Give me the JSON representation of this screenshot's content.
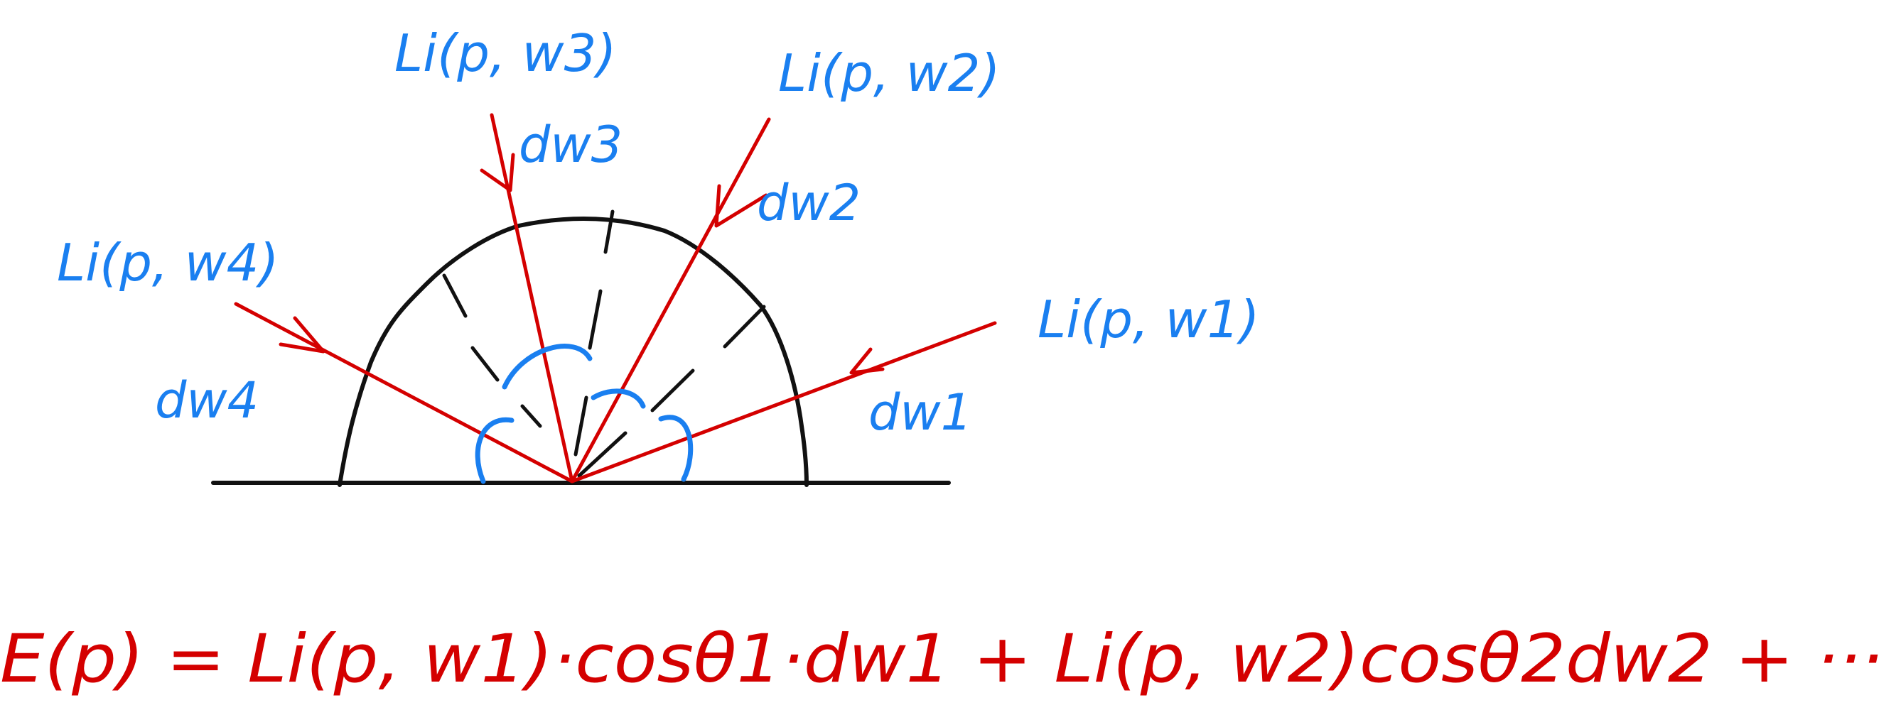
{
  "diagram": {
    "ray_labels": {
      "w1": "Li(p, w1)",
      "w2": "Li(p, w2)",
      "w3": "Li(p, w3)",
      "w4": "Li(p, w4)"
    },
    "solid_angle_labels": {
      "w1": "dw1",
      "w2": "dw2",
      "w3": "dw3",
      "w4": "dw4"
    },
    "equation": "E(p) = Li(p, w1)·cosθ1·dw1 + Li(p, w2)cosθ2dw2 + ···",
    "colors": {
      "ink": "#111111",
      "rays": "#d40000",
      "labels": "#1a7ff0",
      "equation": "#d40000"
    }
  }
}
